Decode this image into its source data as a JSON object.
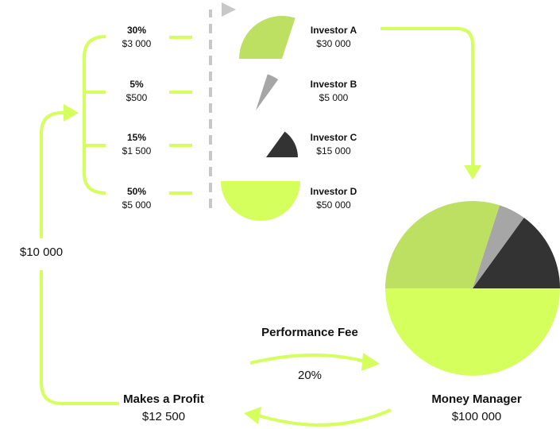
{
  "colors": {
    "lime": "#d4ff5c",
    "green": "#bde062",
    "gray": "#a6a6a6",
    "dark": "#333333",
    "dash": "#c8c8c8"
  },
  "shares": [
    {
      "pct": "30%",
      "amount": "$3 000",
      "investor": "Investor A",
      "investment": "$30 000",
      "fraction": 0.3,
      "color": "green"
    },
    {
      "pct": "5%",
      "amount": "$500",
      "investor": "Investor B",
      "investment": "$5 000",
      "fraction": 0.05,
      "color": "gray"
    },
    {
      "pct": "15%",
      "amount": "$1 500",
      "investor": "Investor C",
      "investment": "$15 000",
      "fraction": 0.15,
      "color": "dark"
    },
    {
      "pct": "50%",
      "amount": "$5 000",
      "investor": "Investor D",
      "investment": "$50 000",
      "fraction": 0.5,
      "color": "lime"
    }
  ],
  "distributed": "$10 000",
  "fee": {
    "label": "Performance Fee",
    "rate": "20%"
  },
  "profit": {
    "label": "Makes a Profit",
    "amount": "$12 500"
  },
  "manager": {
    "label": "Money Manager",
    "amount": "$100 000"
  }
}
